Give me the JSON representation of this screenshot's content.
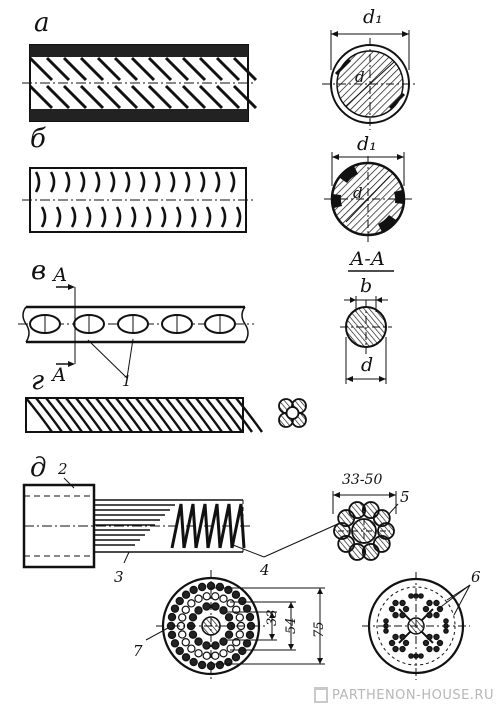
{
  "labels": {
    "a": "а",
    "b": "б",
    "v": "в",
    "g": "г",
    "d": "д",
    "d1_a": "d₁",
    "d_a": "d",
    "d1_b": "d₁",
    "d_b": "d",
    "section": "А-А",
    "dim_b": "b",
    "dim_d": "d",
    "arrow_A_top": "А",
    "arrow_A_bottom": "А",
    "callout_1": "1",
    "callout_2": "2",
    "callout_3": "3",
    "callout_4": "4",
    "callout_5": "5",
    "callout_6": "6",
    "callout_7": "7",
    "dim_33_50": "33-50",
    "dim_33": "33",
    "dim_54": "54",
    "dim_75": "75"
  },
  "watermark": "PARTHENON-HOUSE.RU"
}
